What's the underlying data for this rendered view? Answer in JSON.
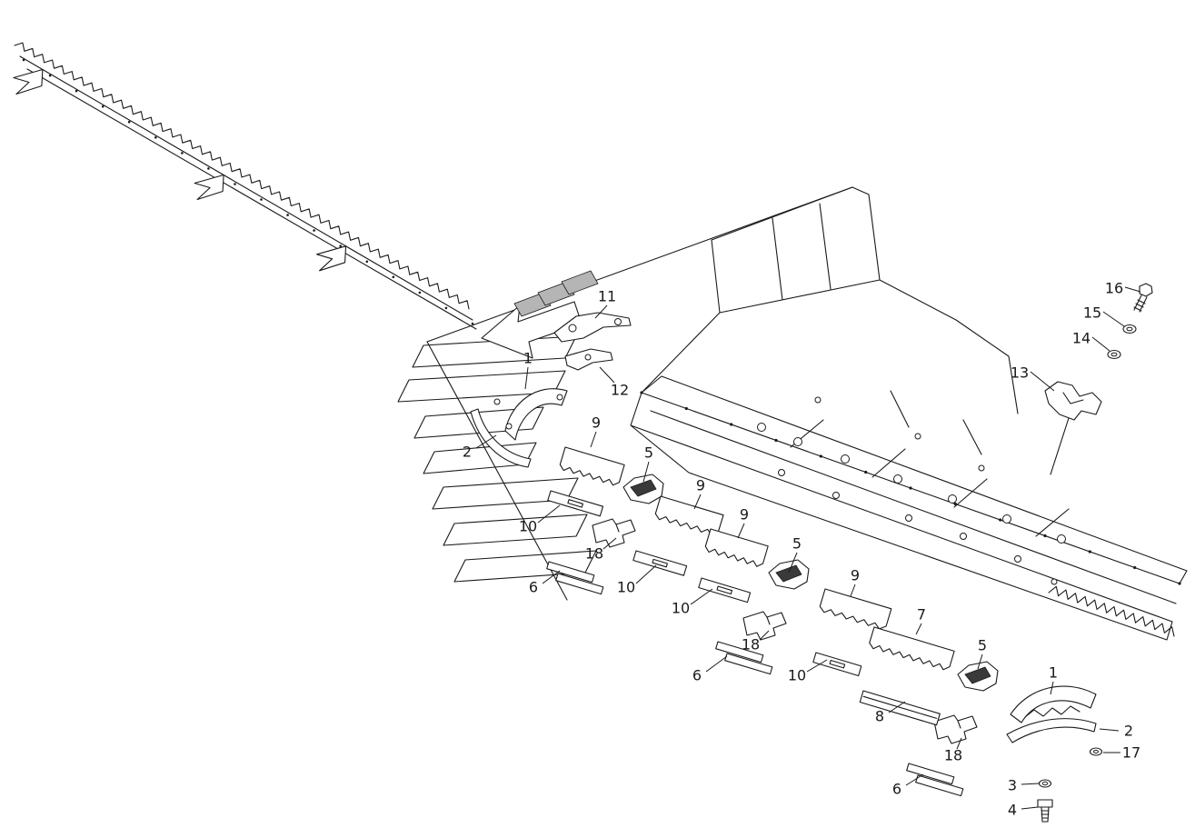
{
  "colors": {
    "ink": "#1a1a1a",
    "background": "#ffffff",
    "hatch_fill": "#b5b5b5"
  },
  "diagram": {
    "callouts": [
      {
        "label": "16"
      },
      {
        "label": "15"
      },
      {
        "label": "14"
      },
      {
        "label": "13"
      },
      {
        "label": "11"
      },
      {
        "label": "12"
      },
      {
        "label": "1"
      },
      {
        "label": "2"
      },
      {
        "label": "9"
      },
      {
        "label": "5"
      },
      {
        "label": "9"
      },
      {
        "label": "9"
      },
      {
        "label": "10"
      },
      {
        "label": "18"
      },
      {
        "label": "6"
      },
      {
        "label": "10"
      },
      {
        "label": "10"
      },
      {
        "label": "5"
      },
      {
        "label": "9"
      },
      {
        "label": "7"
      },
      {
        "label": "18"
      },
      {
        "label": "6"
      },
      {
        "label": "10"
      },
      {
        "label": "8"
      },
      {
        "label": "5"
      },
      {
        "label": "1"
      },
      {
        "label": "2"
      },
      {
        "label": "17"
      },
      {
        "label": "18"
      },
      {
        "label": "6"
      },
      {
        "label": "3"
      },
      {
        "label": "4"
      }
    ]
  }
}
